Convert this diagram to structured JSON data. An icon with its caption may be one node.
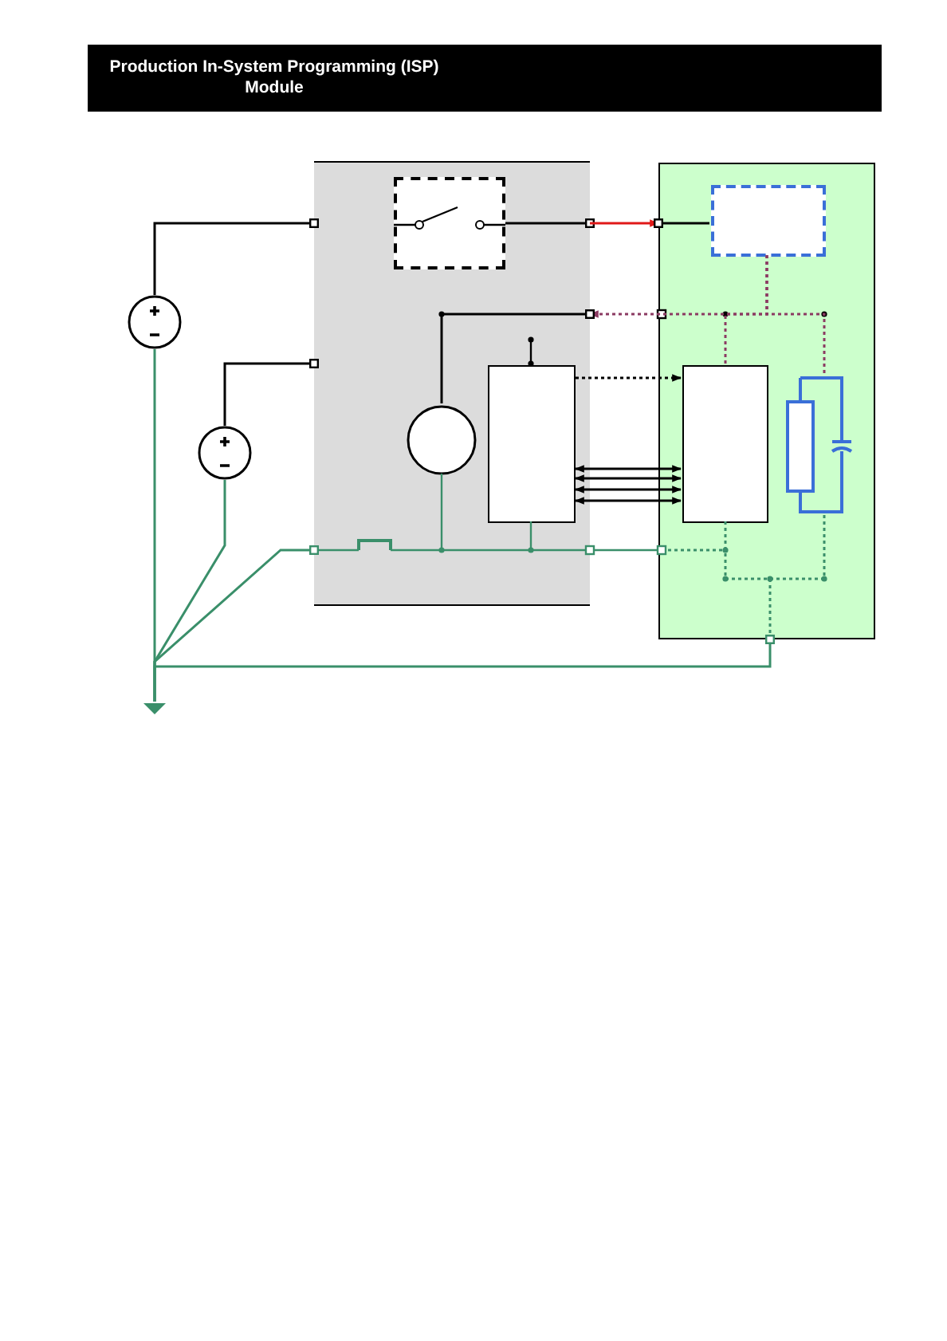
{
  "diagram": {
    "title": "Production In-System Programming (ISP) Module",
    "nodes": [
      {
        "text": [],
        "shape": "box"
      },
      {
        "text": [],
        "shape": "box"
      },
      {
        "text": [],
        "shape": "box",
        "in": 0
      },
      {
        "text": [],
        "shape": "box",
        "in": 1
      },
      {
        "text": [],
        "shape": "circle"
      },
      {
        "text": [],
        "shape": "circle"
      },
      {
        "text": [],
        "shape": "circle",
        "in": 0
      },
      {
        "text": [],
        "shape": "box",
        "in": 0
      },
      {
        "text": [],
        "shape": "box",
        "in": 1
      },
      {
        "text": [],
        "shape": "resistor",
        "in": 1
      },
      {
        "text": [],
        "shape": "ground"
      }
    ],
    "edges": [
      {
        "from": 4,
        "to": 0,
        "arrow": "other"
      },
      {
        "from": 2,
        "to": 0,
        "arrow": "other"
      },
      {
        "from": 0,
        "to": 1,
        "arrow": "to",
        "color": "#e01818"
      },
      {
        "from": 1,
        "to": 3,
        "arrow": "other"
      },
      {
        "from": 3,
        "to": 0,
        "arrow": "to",
        "style": "dashed",
        "color": "#8b3a62"
      },
      {
        "from": 0,
        "to": 6,
        "arrow": "other"
      },
      {
        "from": 3,
        "to": 8,
        "arrow": "none",
        "style": "dashed",
        "color": "#8b3a62"
      },
      {
        "from": 3,
        "to": 9,
        "arrow": "none",
        "style": "dashed",
        "color": "#8b3a62"
      },
      {
        "from": 7,
        "to": 8,
        "arrow": "to",
        "style": "dashed"
      },
      {
        "from": 7,
        "to": 8,
        "arrow": "both"
      },
      {
        "from": 7,
        "to": 8,
        "arrow": "both"
      },
      {
        "from": 7,
        "to": 8,
        "arrow": "both"
      },
      {
        "from": 7,
        "to": 8,
        "arrow": "both"
      },
      {
        "from": 5,
        "to": 0,
        "arrow": "other"
      },
      {
        "from": 4,
        "to": 10,
        "arrow": "none",
        "color": "#3a8f6a"
      },
      {
        "from": 5,
        "to": 10,
        "arrow": "none",
        "color": "#3a8f6a"
      },
      {
        "from": 10,
        "to": 0,
        "arrow": "other",
        "color": "#3a8f6a"
      },
      {
        "from": 10,
        "to": 1,
        "arrow": "other",
        "color": "#3a8f6a"
      }
    ]
  }
}
